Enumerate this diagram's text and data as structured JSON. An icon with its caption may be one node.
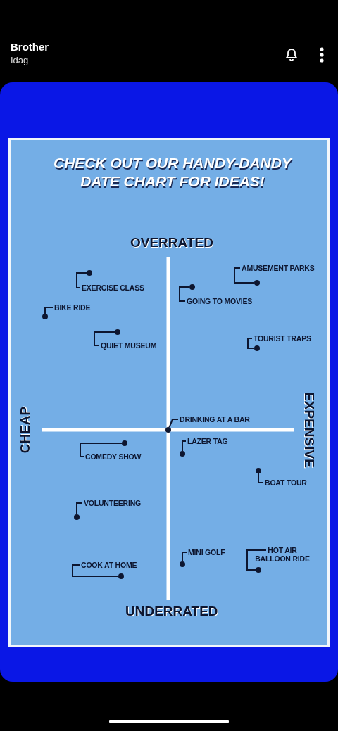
{
  "diagram": {
    "title": "CHECK OUT OUR HANDY-DANDY DATE CHART FOR IDEAS!",
    "nodes": [
      {
        "text": [
          "EXERCISE CLASS"
        ]
      },
      {
        "text": [],
        "shape": "circle"
      },
      {
        "text": [
          "BIKE RIDE"
        ]
      },
      {
        "text": [],
        "shape": "circle"
      },
      {
        "text": [
          "QUIET MUSEUM"
        ]
      },
      {
        "text": [],
        "shape": "circle"
      },
      {
        "text": [
          "AMUSEMENT PARKS"
        ]
      },
      {
        "text": [],
        "shape": "circle"
      },
      {
        "text": [
          "GOING TO MOVIES"
        ]
      },
      {
        "text": [],
        "shape": "circle"
      },
      {
        "text": [
          "TOURIST TRAPS"
        ]
      },
      {
        "text": [],
        "shape": "circle"
      },
      {
        "text": [
          "DRINKING AT A BAR"
        ]
      },
      {
        "text": [],
        "shape": "circle"
      },
      {
        "text": [
          "COMEDY SHOW"
        ]
      },
      {
        "text": [],
        "shape": "circle"
      },
      {
        "text": [
          "LAZER TAG"
        ]
      },
      {
        "text": [],
        "shape": "circle"
      },
      {
        "text": [
          "BOAT TOUR"
        ]
      },
      {
        "text": [],
        "shape": "circle"
      },
      {
        "text": [
          "VOLUNTEERING"
        ]
      },
      {
        "text": [],
        "shape": "circle"
      },
      {
        "text": [
          "COOK AT HOME"
        ]
      },
      {
        "text": [],
        "shape": "circle"
      },
      {
        "text": [
          "MINI GOLF"
        ]
      },
      {
        "text": [],
        "shape": "circle"
      },
      {
        "text": [
          "HOT AIR BALLOON RIDE"
        ]
      },
      {
        "text": [],
        "shape": "circle"
      }
    ],
    "edges": [
      {
        "from": 0,
        "to": 1,
        "arrow": "none"
      },
      {
        "from": 2,
        "to": 3,
        "arrow": "none"
      },
      {
        "from": 4,
        "to": 5,
        "arrow": "none"
      },
      {
        "from": 6,
        "to": 7,
        "arrow": "none"
      },
      {
        "from": 8,
        "to": 9,
        "arrow": "none"
      },
      {
        "from": 10,
        "to": 11,
        "arrow": "none"
      },
      {
        "from": 12,
        "to": 13,
        "arrow": "none"
      },
      {
        "from": 14,
        "to": 15,
        "arrow": "none"
      },
      {
        "from": 16,
        "to": 17,
        "arrow": "none"
      },
      {
        "from": 18,
        "to": 19,
        "arrow": "none"
      },
      {
        "from": 20,
        "to": 21,
        "arrow": "none"
      },
      {
        "from": 22,
        "to": 23,
        "arrow": "none"
      },
      {
        "from": 24,
        "to": 25,
        "arrow": "none"
      },
      {
        "from": 26,
        "to": 27,
        "arrow": "none"
      }
    ],
    "labels": [
      "Brother",
      "Idag",
      "OVERRATED",
      "CHEAP",
      "EXPENSIVE",
      "UNDERRATED"
    ]
  }
}
